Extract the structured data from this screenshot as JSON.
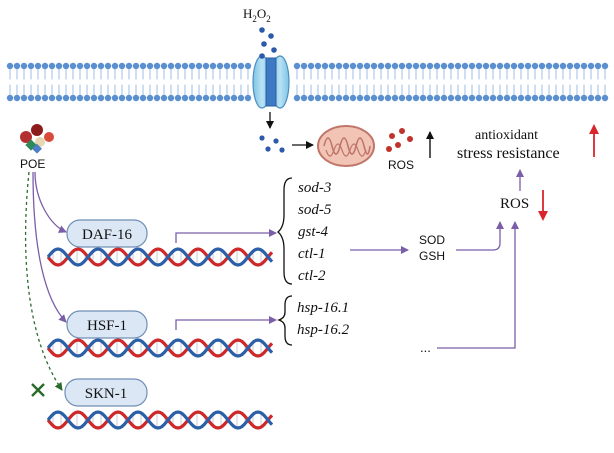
{
  "membrane": {
    "h2o2": {
      "base": "H",
      "sub1": "2",
      "mid": "O",
      "sub2": "2"
    }
  },
  "poe_label": "POE",
  "ros_mito_label": "ROS",
  "outcome": {
    "line1": "antioxidant",
    "line2": "stress resistance"
  },
  "ros_right_label": "ROS",
  "enzymes": [
    "SOD",
    "GSH"
  ],
  "transcription_factors": {
    "daf16": "DAF-16",
    "hsf1": "HSF-1",
    "skn1": "SKN-1"
  },
  "daf16_genes": [
    "sod-3",
    "sod-5",
    "gst-4",
    "ctl-1",
    "ctl-2"
  ],
  "hsf1_genes": [
    "hsp-16.1",
    "hsp-16.2"
  ],
  "ellipsis": "...",
  "colors": {
    "membrane_blue": "#5a8fd0",
    "purple_arrow": "#7b5ea8",
    "dna_red": "#cc2a2a",
    "dna_blue": "#2b5fa8",
    "tf_box": "#dbe7f4",
    "up_arrow_red": "#d9262c",
    "inhibit_green": "#2a6a2a"
  }
}
